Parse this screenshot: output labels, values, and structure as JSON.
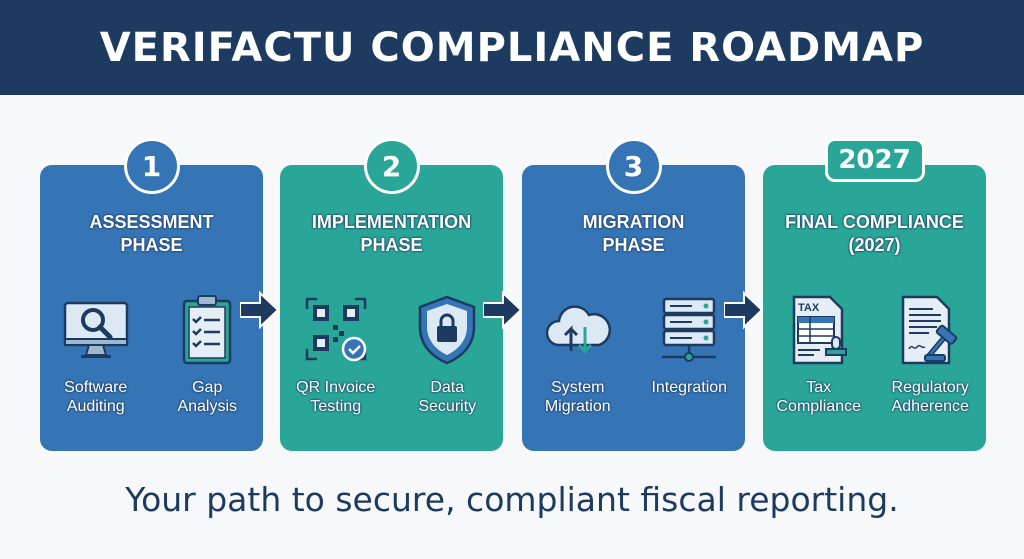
{
  "header": {
    "title": "VERIFACTU COMPLIANCE ROADMAP"
  },
  "phases": [
    {
      "badge": "1",
      "title_line1": "ASSESSMENT",
      "title_line2": "PHASE",
      "items": [
        {
          "icon": "monitor-search-icon",
          "line1": "Software",
          "line2": "Auditing"
        },
        {
          "icon": "clipboard-checklist-icon",
          "line1": "Gap",
          "line2": "Analysis"
        }
      ]
    },
    {
      "badge": "2",
      "title_line1": "IMPLEMENTATION",
      "title_line2": "PHASE",
      "items": [
        {
          "icon": "qr-code-icon",
          "line1": "QR Invoice",
          "line2": "Testing"
        },
        {
          "icon": "shield-lock-icon",
          "line1": "Data",
          "line2": "Security"
        }
      ]
    },
    {
      "badge": "3",
      "title_line1": "MIGRATION",
      "title_line2": "PHASE",
      "items": [
        {
          "icon": "cloud-sync-icon",
          "line1": "System",
          "line2": "Migration"
        },
        {
          "icon": "server-icon",
          "line1": "Integration",
          "line2": ""
        }
      ]
    },
    {
      "badge": "2027",
      "title_line1": "FINAL COMPLIANCE",
      "title_line2": "(2027)",
      "items": [
        {
          "icon": "tax-document-icon",
          "line1": "Tax",
          "line2": "Compliance"
        },
        {
          "icon": "gavel-document-icon",
          "line1": "Regulatory",
          "line2": "Adherence"
        }
      ]
    }
  ],
  "tagline": "Your path to secure, compliant fiscal reporting.",
  "colors": {
    "navy": "#1d3b60",
    "blue": "#3675b5",
    "teal": "#2aa698"
  }
}
